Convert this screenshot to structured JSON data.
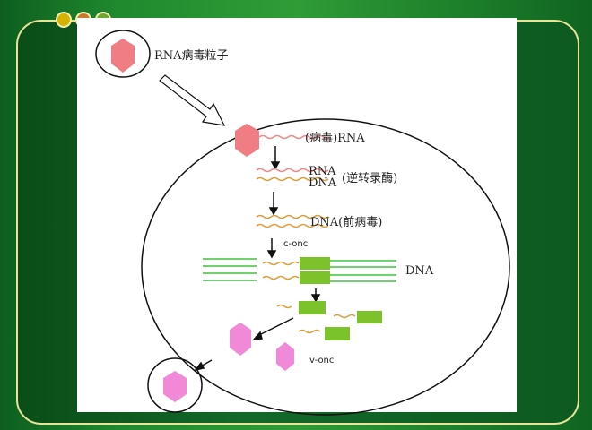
{
  "diagram": {
    "virus_particle_label": "RNA病毒粒子",
    "viral_rna_label": "(病毒)RNA",
    "rna_label": "RNA",
    "dna_label": "DNA",
    "reverse_transcriptase_label": "(逆转录酶)",
    "provirus_label": "DNA(前病毒)",
    "c_onc_label": "c-onc",
    "host_dna_label": "DNA",
    "v_onc_label": "v-onc"
  },
  "colors": {
    "rna": "#f08a8a",
    "dna": "#d9a040",
    "gene": "#7cc22a",
    "virus": "#f07c84",
    "new_virus": "#f08ad8",
    "host_dna": "#3ec43e"
  }
}
